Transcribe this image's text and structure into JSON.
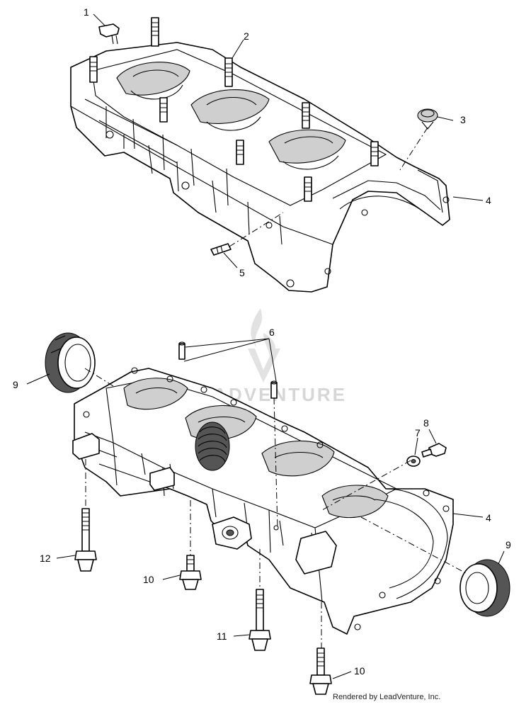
{
  "callouts": [
    {
      "id": "c1",
      "text": "1"
    },
    {
      "id": "c2",
      "text": "2"
    },
    {
      "id": "c3",
      "text": "3"
    },
    {
      "id": "c4a",
      "text": "4"
    },
    {
      "id": "c5",
      "text": "5"
    },
    {
      "id": "c6",
      "text": "6"
    },
    {
      "id": "c7",
      "text": "7"
    },
    {
      "id": "c8",
      "text": "8"
    },
    {
      "id": "c9a",
      "text": "9"
    },
    {
      "id": "c4b",
      "text": "4"
    },
    {
      "id": "c9b",
      "text": "9"
    },
    {
      "id": "c12",
      "text": "12"
    },
    {
      "id": "c10a",
      "text": "10"
    },
    {
      "id": "c11",
      "text": "11"
    },
    {
      "id": "c10b",
      "text": "10"
    }
  ],
  "watermark": {
    "brand": "LEADVENTURE"
  },
  "footer": {
    "text": "Rendered by LeadVenture, Inc."
  }
}
